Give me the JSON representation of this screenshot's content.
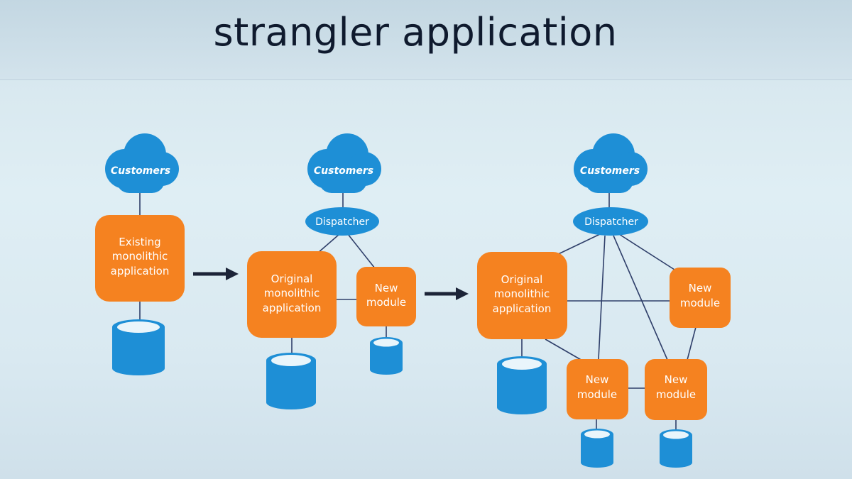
{
  "slide": {
    "title": "strangler application"
  },
  "diagram": {
    "colors": {
      "cloud": "#1e8fd6",
      "dispatcher": "#1e8fd6",
      "module": "#f58220",
      "database": "#1e8fd6",
      "database_top": "#e9f5fb",
      "connector": "#2f3f6a",
      "arrow": "#1c2438"
    },
    "stage1": {
      "customers": "Customers",
      "app_line1": "Existing",
      "app_line2": "monolithic",
      "app_line3": "application"
    },
    "stage2": {
      "customers": "Customers",
      "dispatcher": "Dispatcher",
      "app_line1": "Original",
      "app_line2": "monolithic",
      "app_line3": "application",
      "module_line1": "New",
      "module_line2": "module"
    },
    "stage3": {
      "customers": "Customers",
      "dispatcher": "Dispatcher",
      "app_line1": "Original",
      "app_line2": "monolithic",
      "app_line3": "application",
      "module_a_line1": "New",
      "module_a_line2": "module",
      "module_b_line1": "New",
      "module_b_line2": "module",
      "module_c_line1": "New",
      "module_c_line2": "module"
    }
  }
}
